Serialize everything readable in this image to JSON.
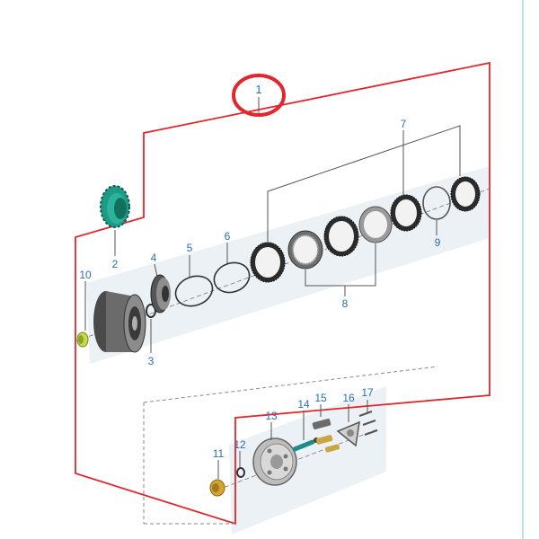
{
  "colors": {
    "frame_red": "#e0272d",
    "callout_blue": "#2a6fb5",
    "leader_gray": "#555555",
    "dashed_gray": "#8a8a8a",
    "gear_green": "#1f9a86",
    "plate_dark": "#2b2b2b",
    "bronze": "#d4a532",
    "panel_light": "#e9eef4",
    "right_edge_line": "#a8d4f0"
  },
  "diagram": {
    "callouts": {
      "c1": "1",
      "c2": "2",
      "c3": "3",
      "c4": "4",
      "c5": "5",
      "c6": "6",
      "c7": "7",
      "c8": "8",
      "c9": "9",
      "c10": "10",
      "c11": "11",
      "c12": "12",
      "c13": "13",
      "c14": "14",
      "c15": "15",
      "c16": "16",
      "c17": "17"
    },
    "parts": {
      "p1": "assembly-frame",
      "p2": "primary-drive-gear",
      "p3": "thrust-washer",
      "p4": "clutch-hub",
      "p5": "o-ring",
      "p6": "o-ring",
      "p7": "friction-plate",
      "p8": "steel-plate",
      "p9": "wave-ring",
      "p10": "bushing",
      "p11": "bushing",
      "p12": "washer",
      "p13": "pressure-plate",
      "p14": "push-rod",
      "p15": "clutch-spring",
      "p16": "spring-retainer",
      "p17": "bolt"
    }
  }
}
